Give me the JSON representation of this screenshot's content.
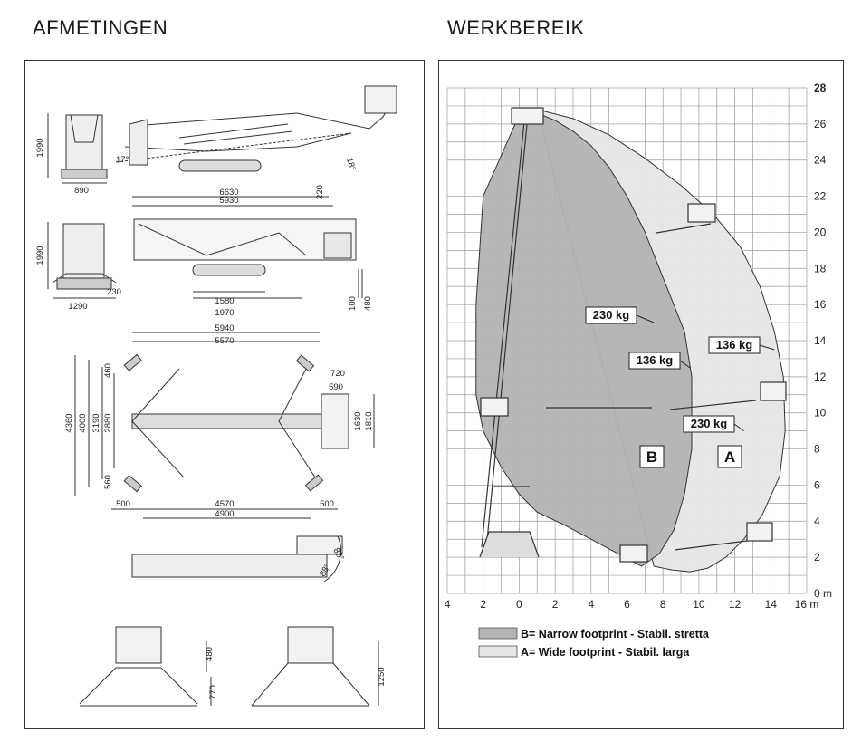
{
  "headings": {
    "left": "AFMETINGEN",
    "right": "WERKBEREIK"
  },
  "dimensions": {
    "front_height": "1990",
    "front_width": "890",
    "side_length_total": "6630",
    "side_length_body": "5930",
    "side_offset": "220",
    "angle_tilt": "17°",
    "angle_platform": "18°",
    "front2_height": "1990",
    "front2_width": "1290",
    "front2_offset": "230",
    "track_length": "1580",
    "track_base": "1970",
    "ground_clear": "100",
    "platform_drop": "480",
    "top_length_outer": "5940",
    "top_length_inner": "5570",
    "top_height_total": "4360",
    "top_height_outer": "4000",
    "top_height_mid": "3190",
    "top_height_inner": "2880",
    "top_upper": "460",
    "top_lower": "560",
    "basket_width": "720",
    "basket_inner": "590",
    "basket_depth": "1630",
    "basket_side": "1810",
    "bottom_left": "500",
    "bottom_mid": "4570",
    "bottom_right": "500",
    "bottom_total": "4900",
    "rot_angle_a": "88°",
    "rot_angle_b": "88°",
    "rear_height": "480",
    "rear_ground": "770",
    "rear2_height": "1250"
  },
  "chart_data": {
    "type": "area",
    "title": "WERKBEREIK",
    "x_ticks": [
      "4",
      "2",
      "0",
      "2",
      "4",
      "6",
      "8",
      "10",
      "12",
      "14",
      "16 m"
    ],
    "y_ticks": [
      "0 m",
      "2",
      "4",
      "6",
      "8",
      "10",
      "12",
      "14",
      "16",
      "18",
      "20",
      "22",
      "24",
      "26",
      "28"
    ],
    "xlim": [
      -4,
      16
    ],
    "ylim": [
      0,
      28
    ],
    "series": [
      {
        "name": "B= Narrow footprint  - Stabil. stretta",
        "color": "#b3b3b3",
        "x": [
          0.0,
          -2.0,
          -2.4,
          -2.4,
          -2.0,
          -1.0,
          0.0,
          1.0,
          2.5,
          4.0,
          5.5,
          6.8,
          7.8,
          8.6,
          9.2,
          9.6,
          9.6,
          9.2,
          8.0,
          7.0,
          6.0,
          5.0,
          4.0,
          3.0,
          2.0,
          1.0,
          0.0
        ],
        "y": [
          26.5,
          22.0,
          16.0,
          11.0,
          9.0,
          7.0,
          5.5,
          4.5,
          3.8,
          3.0,
          2.2,
          1.5,
          2.2,
          3.5,
          5.5,
          8.0,
          12.0,
          14.5,
          17.5,
          20.0,
          22.0,
          23.6,
          24.8,
          25.6,
          26.2,
          26.6,
          26.5
        ]
      },
      {
        "name": "A= Wide footprint  -  Stabil. larga",
        "color": "#e6e6e6",
        "x": [
          1.0,
          3.0,
          5.0,
          7.0,
          9.0,
          10.8,
          12.3,
          13.4,
          14.2,
          14.7,
          14.8,
          14.5,
          13.5,
          12.5,
          11.5,
          10.5,
          9.5,
          8.5,
          7.5
        ],
        "y": [
          26.8,
          26.3,
          25.4,
          24.1,
          22.6,
          21.0,
          19.2,
          17.0,
          14.5,
          12.0,
          9.0,
          6.5,
          4.3,
          3.0,
          2.0,
          1.4,
          1.2,
          1.3,
          1.5
        ]
      }
    ],
    "annotations": [
      {
        "text": "230 kg",
        "zone": "B",
        "x": 7.5,
        "y": 15.0
      },
      {
        "text": "136 kg",
        "zone": "B",
        "x": 9.5,
        "y": 12.5
      },
      {
        "text": "136 kg",
        "zone": "A",
        "x": 14.2,
        "y": 13.5
      },
      {
        "text": "230 kg",
        "zone": "A",
        "x": 12.5,
        "y": 9.0
      }
    ],
    "zone_labels": [
      "B",
      "A"
    ],
    "legend_position": "bottom-left",
    "grid": true
  }
}
